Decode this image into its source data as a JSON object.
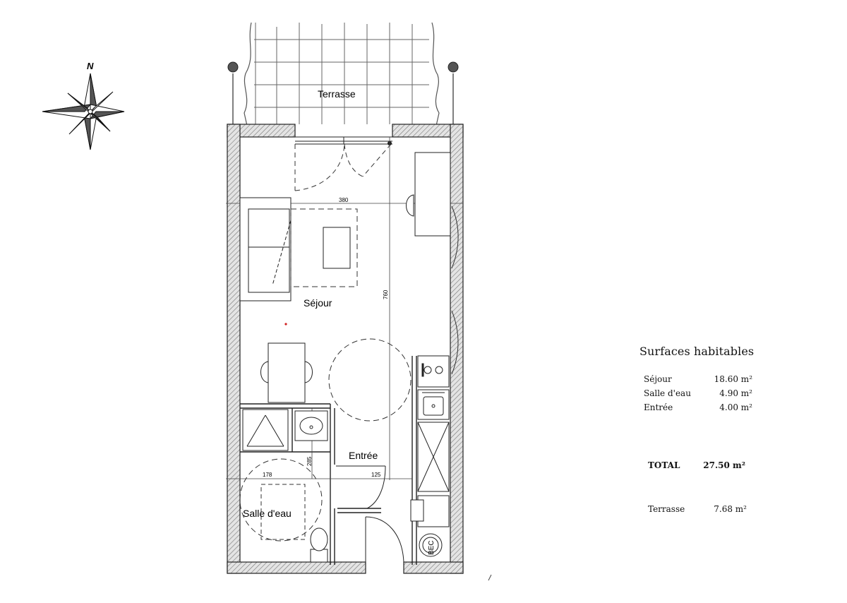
{
  "compass": {
    "north_label": "N"
  },
  "rooms": {
    "terrasse": "Terrasse",
    "sejour": "Séjour",
    "entree": "Entrée",
    "salle_eau": "Salle d'eau"
  },
  "dimensions": {
    "width_sejour": "380",
    "length_total": "760",
    "width_sde": "178",
    "width_entree": "125",
    "depth_sde": "285"
  },
  "fixtures": {
    "bec": "BEC"
  },
  "surfaces": {
    "title": "Surfaces habitables",
    "items": [
      {
        "label": "Séjour",
        "value": "18.60 m²"
      },
      {
        "label": "Salle d'eau",
        "value": "4.90 m²"
      },
      {
        "label": "Entrée",
        "value": "4.00 m²"
      }
    ],
    "total": {
      "label": "TOTAL",
      "value": "27.50 m²"
    },
    "terrasse": {
      "label": "Terrasse",
      "value": "7.68 m²"
    }
  }
}
